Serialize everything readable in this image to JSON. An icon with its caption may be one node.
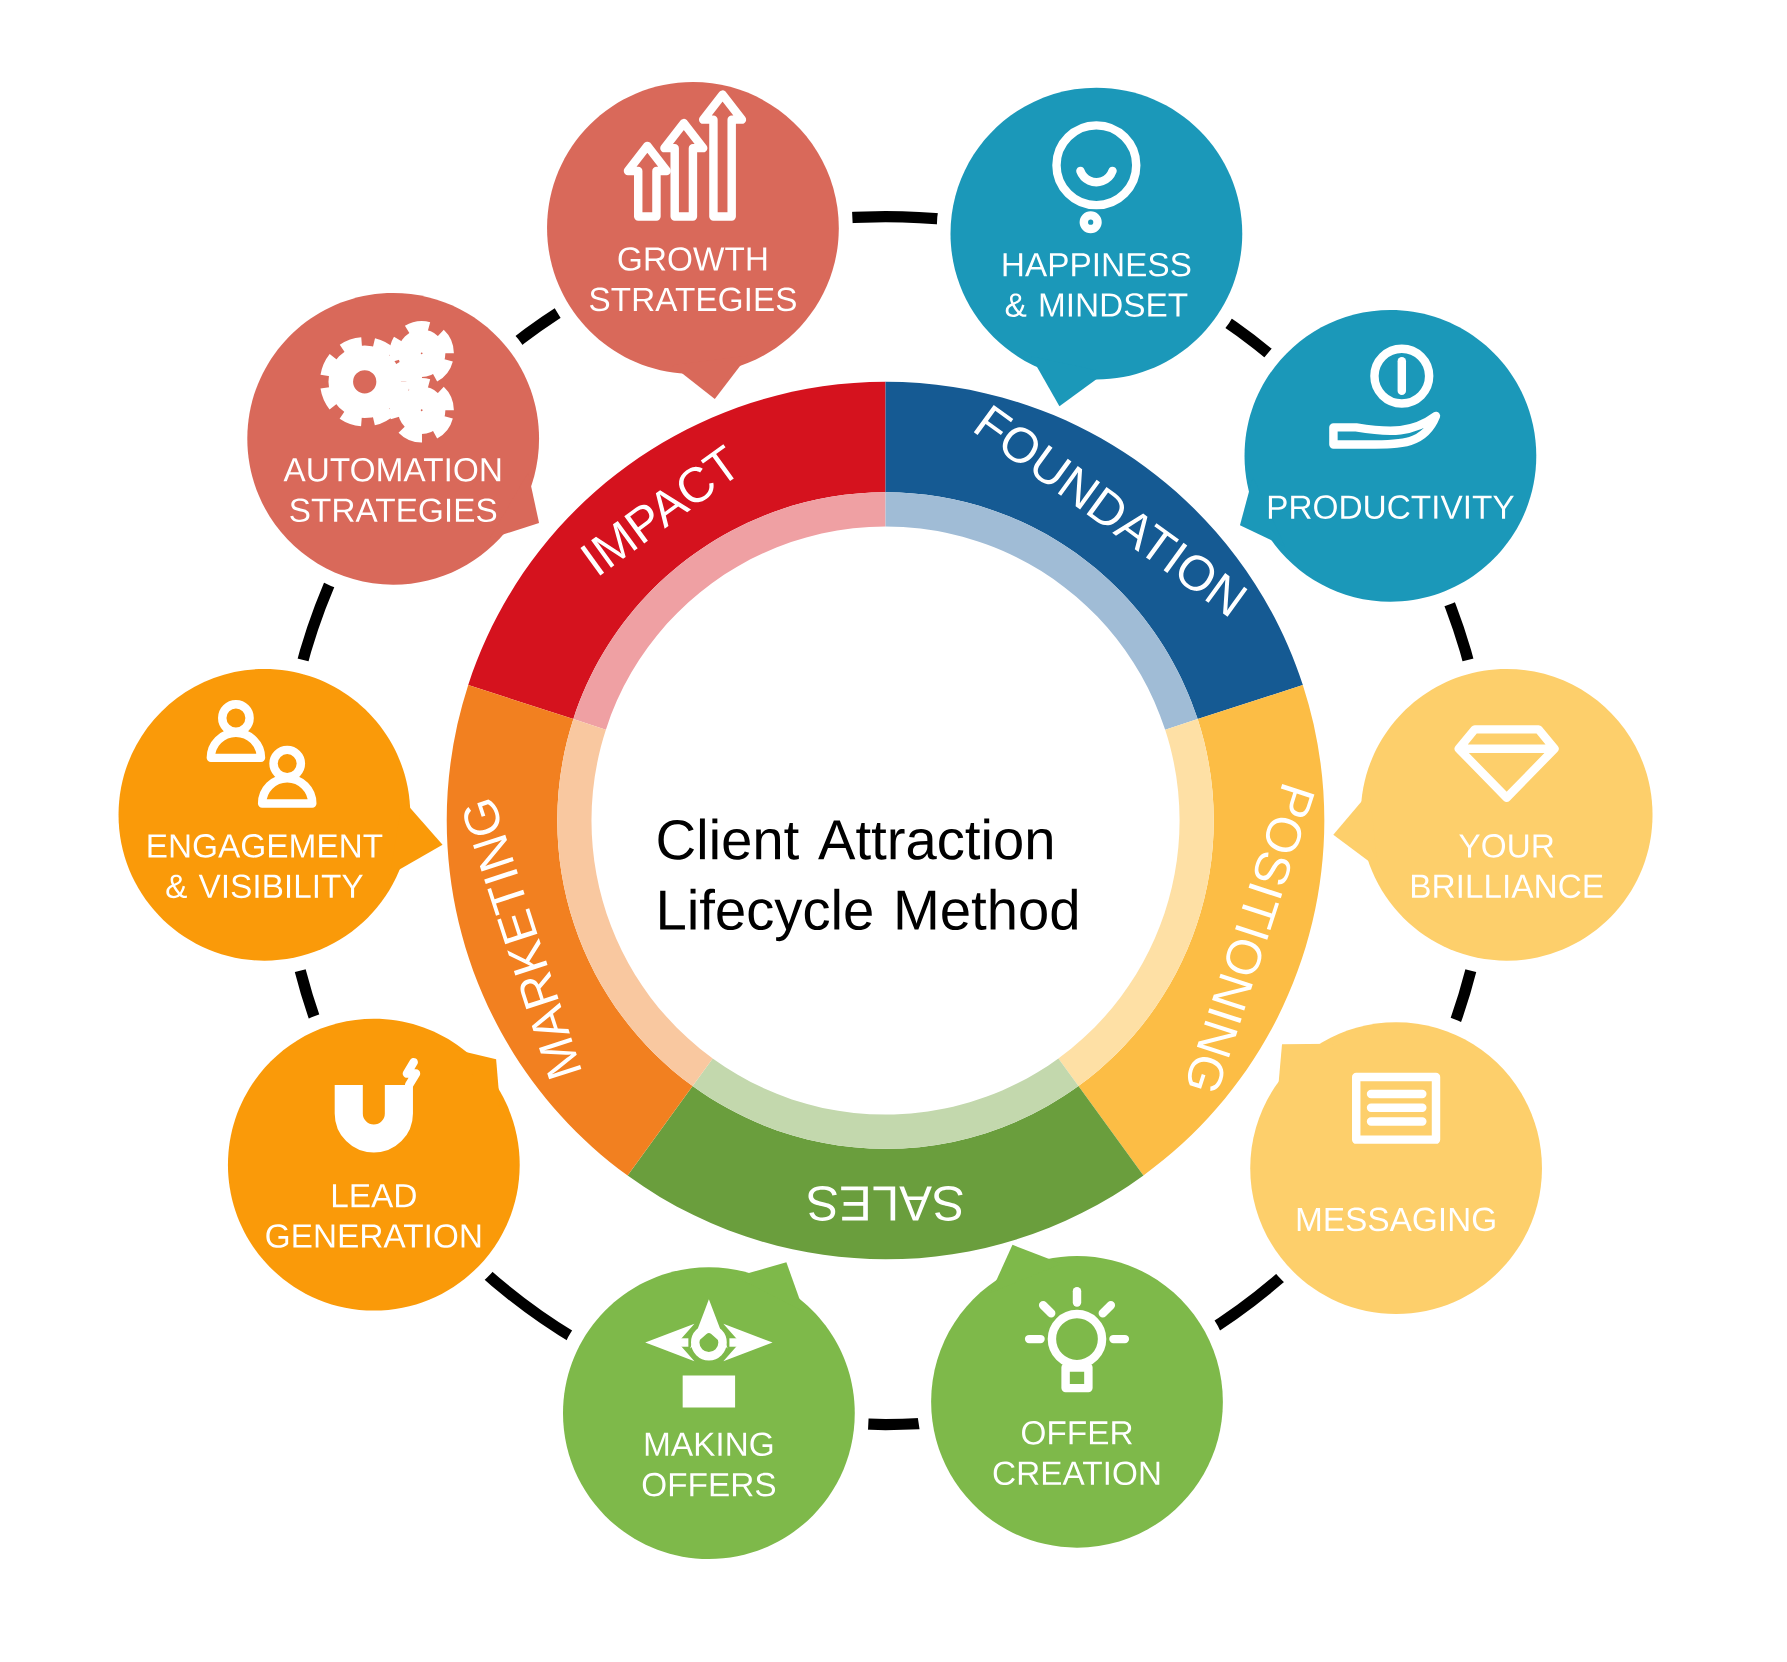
{
  "diagram": {
    "nodes": [
      {
        "text": [
          "Client Attraction Lifecycle Method"
        ]
      },
      {
        "text": [
          "IMPACT"
        ]
      },
      {
        "text": [
          "FOUNDATION"
        ]
      },
      {
        "text": [
          "POSITIONING"
        ]
      },
      {
        "text": [
          "SALES"
        ]
      },
      {
        "text": [
          "MARKETING"
        ]
      },
      {
        "text": [
          "GROWTH STRATEGIES"
        ]
      },
      {
        "text": [
          "HAPPINESS & MINDSET"
        ]
      },
      {
        "text": [
          "PRODUCTIVITY"
        ]
      },
      {
        "text": [
          "YOUR BRILLIANCE"
        ]
      },
      {
        "text": [
          "MESSAGING"
        ]
      },
      {
        "text": [
          "OFFER CREATION"
        ]
      },
      {
        "text": [
          "MAKING OFFERS"
        ]
      },
      {
        "text": [
          "LEAD GENERATION"
        ]
      },
      {
        "text": [
          "ENGAGEMENT & VISIBILITY"
        ]
      },
      {
        "text": [
          "AUTOMATION STRATEGIES"
        ]
      }
    ]
  }
}
